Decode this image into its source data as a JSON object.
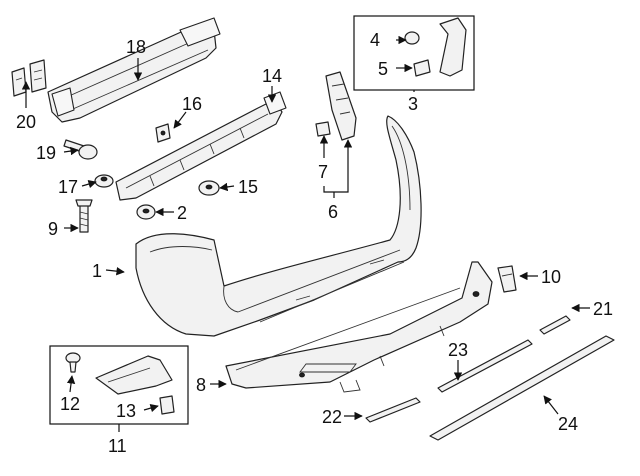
{
  "diagram": {
    "callouts": [
      {
        "id": "c1",
        "text": "1"
      },
      {
        "id": "c2",
        "text": "2"
      },
      {
        "id": "c3",
        "text": "3"
      },
      {
        "id": "c4",
        "text": "4"
      },
      {
        "id": "c5",
        "text": "5"
      },
      {
        "id": "c6",
        "text": "6"
      },
      {
        "id": "c7",
        "text": "7"
      },
      {
        "id": "c8",
        "text": "8"
      },
      {
        "id": "c9",
        "text": "9"
      },
      {
        "id": "c10",
        "text": "10"
      },
      {
        "id": "c11",
        "text": "11"
      },
      {
        "id": "c12",
        "text": "12"
      },
      {
        "id": "c13",
        "text": "13"
      },
      {
        "id": "c14",
        "text": "14"
      },
      {
        "id": "c15",
        "text": "15"
      },
      {
        "id": "c16",
        "text": "16"
      },
      {
        "id": "c17",
        "text": "17"
      },
      {
        "id": "c18",
        "text": "18"
      },
      {
        "id": "c19",
        "text": "19"
      },
      {
        "id": "c20",
        "text": "20"
      },
      {
        "id": "c21",
        "text": "21"
      },
      {
        "id": "c22",
        "text": "22"
      },
      {
        "id": "c23",
        "text": "23"
      },
      {
        "id": "c24",
        "text": "24"
      }
    ],
    "colors": {
      "line": "#222222",
      "fill": "#f2f2f2",
      "background": "#ffffff"
    }
  }
}
